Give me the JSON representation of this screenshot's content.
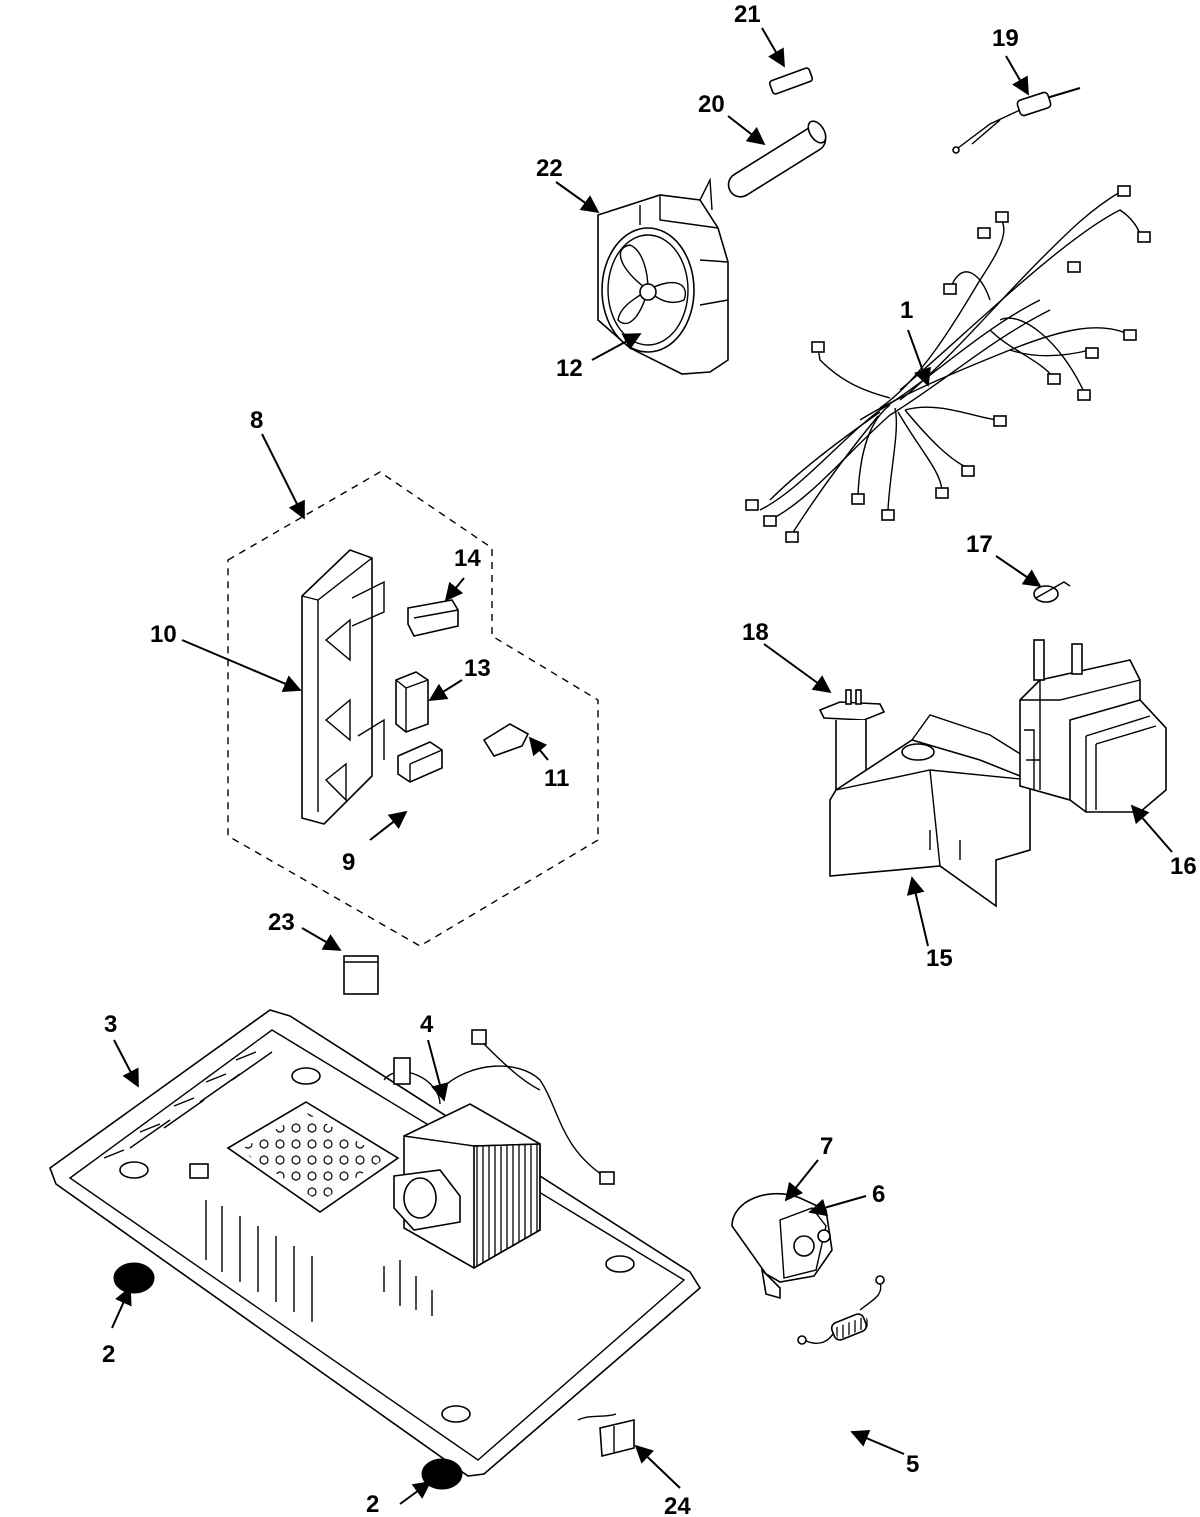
{
  "callouts": [
    {
      "id": "1",
      "label": "1"
    },
    {
      "id": "2a",
      "label": "2"
    },
    {
      "id": "2b",
      "label": "2"
    },
    {
      "id": "3",
      "label": "3"
    },
    {
      "id": "4",
      "label": "4"
    },
    {
      "id": "5",
      "label": "5"
    },
    {
      "id": "6",
      "label": "6"
    },
    {
      "id": "7",
      "label": "7"
    },
    {
      "id": "8",
      "label": "8"
    },
    {
      "id": "9",
      "label": "9"
    },
    {
      "id": "10",
      "label": "10"
    },
    {
      "id": "11",
      "label": "11"
    },
    {
      "id": "12",
      "label": "12"
    },
    {
      "id": "13",
      "label": "13"
    },
    {
      "id": "14",
      "label": "14"
    },
    {
      "id": "15",
      "label": "15"
    },
    {
      "id": "16",
      "label": "16"
    },
    {
      "id": "17",
      "label": "17"
    },
    {
      "id": "18",
      "label": "18"
    },
    {
      "id": "19",
      "label": "19"
    },
    {
      "id": "20",
      "label": "20"
    },
    {
      "id": "21",
      "label": "21"
    },
    {
      "id": "22",
      "label": "22"
    },
    {
      "id": "23",
      "label": "23"
    },
    {
      "id": "24",
      "label": "24"
    }
  ],
  "colors": {
    "ink": "#000000",
    "paper": "#ffffff"
  }
}
